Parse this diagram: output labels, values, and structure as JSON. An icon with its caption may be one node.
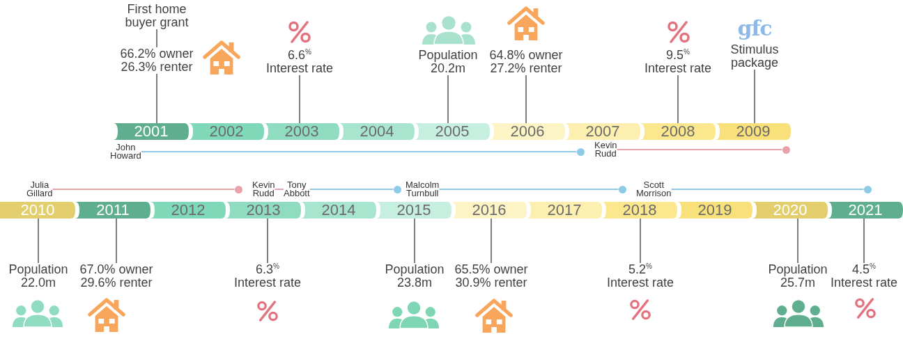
{
  "diagram": {
    "nodes": [
      {
        "text": [
          "First home buyer grant"
        ]
      },
      {
        "text": [
          "66.2% owner 26.3% renter"
        ]
      },
      {
        "text": [
          "6.6$^{%}$",
          "Interest rate"
        ]
      },
      {
        "text": [
          "Population 20.2m"
        ]
      },
      {
        "text": [
          "64.8% owner 27.2% renter"
        ]
      },
      {
        "text": [
          "9.5$^{%}$",
          "Interest rate"
        ]
      },
      {
        "text": [
          "gfc",
          "Stimulus package"
        ]
      },
      {
        "text": [
          "2001"
        ]
      },
      {
        "text": [
          "2002"
        ]
      },
      {
        "text": [
          "2003"
        ]
      },
      {
        "text": [
          "2004"
        ]
      },
      {
        "text": [
          "2005"
        ]
      },
      {
        "text": [
          "2006"
        ]
      },
      {
        "text": [
          "2007"
        ]
      },
      {
        "text": [
          "2008"
        ]
      },
      {
        "text": [
          "2009"
        ]
      },
      {
        "text": [
          "John Howard"
        ]
      },
      {
        "text": [],
        "shape": "circle"
      },
      {
        "text": [
          "Kevin Rudd"
        ]
      },
      {
        "text": [],
        "shape": "circle"
      },
      {
        "text": [
          "Julia Gillard"
        ]
      },
      {
        "text": [],
        "shape": "circle"
      },
      {
        "text": [
          "Kevin Rudd"
        ]
      },
      {
        "text": [
          "Tony Abbott"
        ]
      },
      {
        "text": [],
        "shape": "circle"
      },
      {
        "text": [
          "Malcolm Turnbull"
        ]
      },
      {
        "text": [],
        "shape": "circle"
      },
      {
        "text": [
          "Scott Morrison"
        ]
      },
      {
        "text": [],
        "shape": "circle"
      },
      {
        "text": [
          "2010"
        ]
      },
      {
        "text": [
          "2011"
        ]
      },
      {
        "text": [
          "2012"
        ]
      },
      {
        "text": [
          "2013"
        ]
      },
      {
        "text": [
          "2014"
        ]
      },
      {
        "text": [
          "2015"
        ]
      },
      {
        "text": [
          "2016"
        ]
      },
      {
        "text": [
          "2017"
        ]
      },
      {
        "text": [
          "2018"
        ]
      },
      {
        "text": [
          "2019"
        ]
      },
      {
        "text": [
          "2020"
        ]
      },
      {
        "text": [
          "2021"
        ]
      },
      {
        "text": [
          "Population 22.0m"
        ]
      },
      {
        "text": [
          "67.0% owner 29.6% renter"
        ]
      },
      {
        "text": [
          "6.3$^{%}$",
          "Interest rate"
        ]
      },
      {
        "text": [
          "Population 23.8m"
        ]
      },
      {
        "text": [
          "65.5% owner 30.9% renter"
        ]
      },
      {
        "text": [
          "5.2$^{%}$",
          "Interest rate"
        ]
      },
      {
        "text": [
          "Population 25.7m"
        ]
      },
      {
        "text": [
          "4.5$^{%}$",
          "Interest rate"
        ]
      }
    ],
    "edges": [
      {
        "from": 0,
        "to": 1,
        "arrow": "none"
      },
      {
        "from": 1,
        "to": 7,
        "arrow": "none"
      },
      {
        "from": 2,
        "to": 9,
        "arrow": "none"
      },
      {
        "from": 3,
        "to": 11,
        "arrow": "none"
      },
      {
        "from": 4,
        "to": 12,
        "arrow": "none"
      },
      {
        "from": 5,
        "to": 14,
        "arrow": "none"
      },
      {
        "from": 6,
        "to": 15,
        "arrow": "none"
      },
      {
        "from": 16,
        "to": 17,
        "arrow": "none",
        "color": "#8fcbe6"
      },
      {
        "from": 18,
        "to": 19,
        "arrow": "none",
        "color": "#e8a2aa"
      },
      {
        "from": 20,
        "to": 21,
        "arrow": "none",
        "color": "#e8a2aa"
      },
      {
        "from": 22,
        "to": 23,
        "arrow": "none",
        "color": "#e8a2aa"
      },
      {
        "from": 23,
        "to": 24,
        "arrow": "none",
        "color": "#8fcbe6"
      },
      {
        "from": 25,
        "to": 26,
        "arrow": "none",
        "color": "#8fcbe6"
      },
      {
        "from": 27,
        "to": 28,
        "arrow": "none",
        "color": "#8fcbe6"
      },
      {
        "from": 41,
        "to": 29,
        "arrow": "none"
      },
      {
        "from": 42,
        "to": 30,
        "arrow": "none"
      },
      {
        "from": 43,
        "to": 32,
        "arrow": "none"
      },
      {
        "from": 44,
        "to": 34,
        "arrow": "none"
      },
      {
        "from": 45,
        "to": 35,
        "arrow": "none"
      },
      {
        "from": 46,
        "to": 37,
        "arrow": "none"
      },
      {
        "from": 47,
        "to": 39,
        "arrow": "none"
      },
      {
        "from": 48,
        "to": 40,
        "arrow": "none"
      }
    ]
  }
}
